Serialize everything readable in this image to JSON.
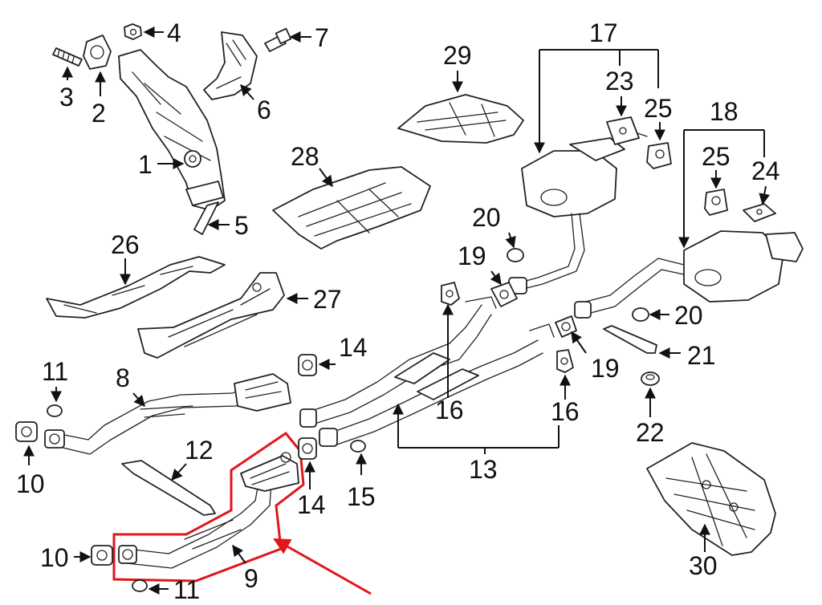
{
  "diagram": {
    "highlight_color": "#e0161b",
    "line_color": "#222222",
    "callouts": {
      "c1": "1",
      "c2": "2",
      "c3": "3",
      "c4": "4",
      "c5": "5",
      "c6": "6",
      "c7": "7",
      "c8": "8",
      "c9": "9",
      "c10a": "10",
      "c10b": "10",
      "c11a": "11",
      "c11b": "11",
      "c12": "12",
      "c13": "13",
      "c14a": "14",
      "c14b": "14",
      "c15": "15",
      "c16a": "16",
      "c16b": "16",
      "c17": "17",
      "c18": "18",
      "c19a": "19",
      "c19b": "19",
      "c20a": "20",
      "c20b": "20",
      "c21": "21",
      "c22": "22",
      "c23": "23",
      "c24": "24",
      "c25a": "25",
      "c25b": "25",
      "c26": "26",
      "c27": "27",
      "c28": "28",
      "c29": "29",
      "c30": "30"
    }
  }
}
